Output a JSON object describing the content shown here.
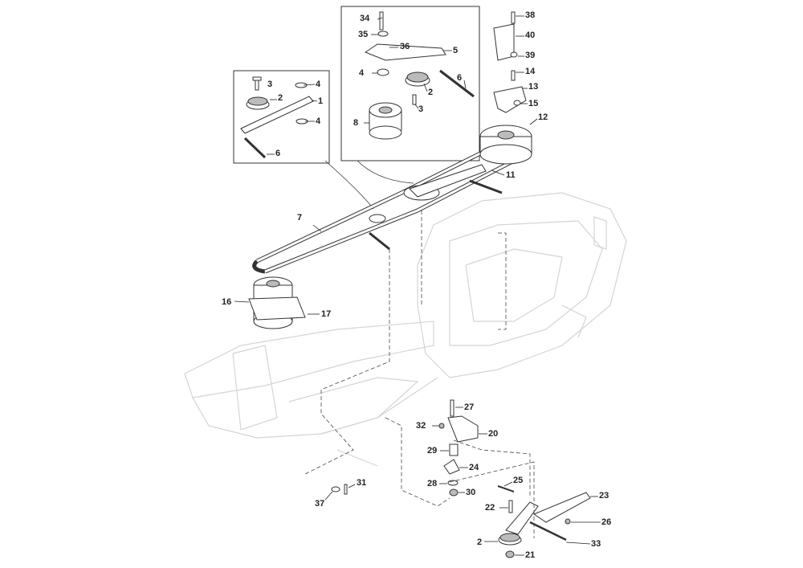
{
  "diagram": {
    "type": "exploded-parts-diagram",
    "callouts": {
      "inset_left": [
        "3",
        "4",
        "2",
        "1",
        "4",
        "6"
      ],
      "inset_top": [
        "34",
        "35",
        "36",
        "5",
        "4",
        "6",
        "2",
        "3",
        "8"
      ],
      "main": [
        "38",
        "40",
        "39",
        "14",
        "13",
        "15",
        "12",
        "11",
        "7",
        "16",
        "17"
      ],
      "lower": [
        "27",
        "32",
        "20",
        "29",
        "24",
        "28",
        "30",
        "31",
        "37",
        "25",
        "23",
        "22",
        "26",
        "2",
        "33",
        "21"
      ]
    }
  }
}
